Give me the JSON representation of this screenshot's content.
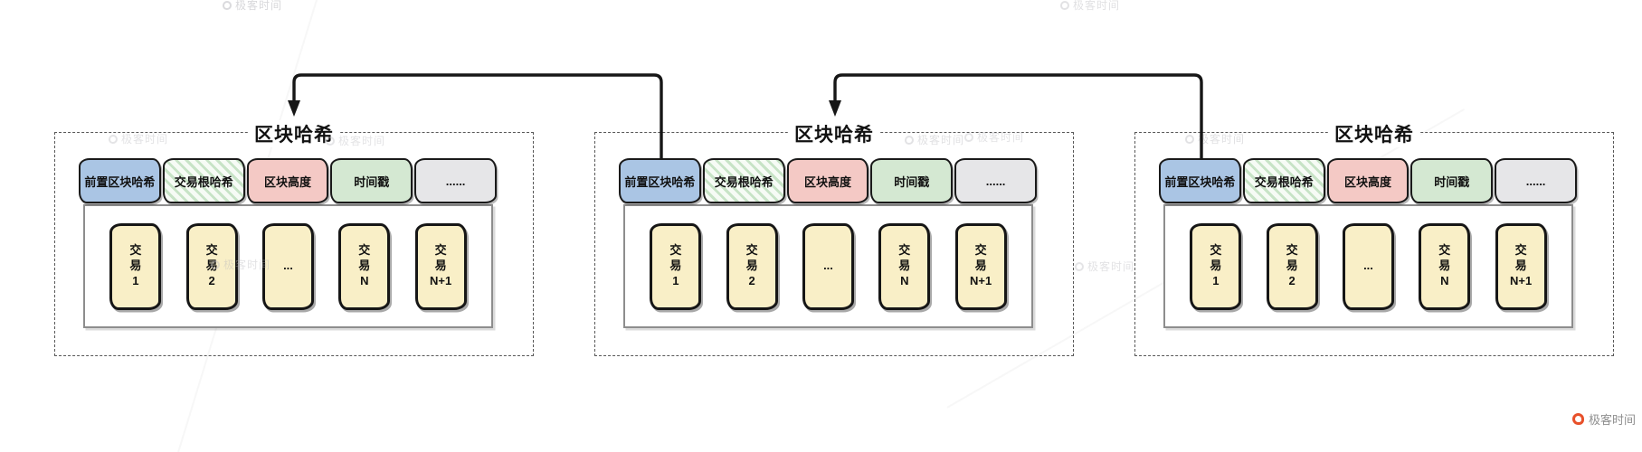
{
  "watermark": {
    "label": "极客时间"
  },
  "brand": {
    "label": "极客时间"
  },
  "colors": {
    "field_blue": "#aac5e4",
    "field_green_stripe": "#c7e3c6",
    "field_pink": "#f4c9c5",
    "field_green": "#d4e8d2",
    "field_gray": "#e6e6e8",
    "transaction_fill": "#f9efc7",
    "outline_black": "#1a1a1a",
    "dashed_border": "#585858",
    "brand_orange": "#e8502a"
  },
  "blocks": [
    {
      "title": "区块哈希",
      "header_fields": [
        {
          "label": "前置区块哈希"
        },
        {
          "label": "交易根哈希"
        },
        {
          "label": "区块高度"
        },
        {
          "label": "时间戳"
        },
        {
          "label": "......"
        }
      ],
      "transactions": [
        "交\n易\n1",
        "交\n易\n2",
        "...",
        "交\n易\nN",
        "交\n易\nN+1"
      ]
    },
    {
      "title": "区块哈希",
      "header_fields": [
        {
          "label": "前置区块哈希"
        },
        {
          "label": "交易根哈希"
        },
        {
          "label": "区块高度"
        },
        {
          "label": "时间戳"
        },
        {
          "label": "......"
        }
      ],
      "transactions": [
        "交\n易\n1",
        "交\n易\n2",
        "...",
        "交\n易\nN",
        "交\n易\nN+1"
      ]
    },
    {
      "title": "区块哈希",
      "header_fields": [
        {
          "label": "前置区块哈希"
        },
        {
          "label": "交易根哈希"
        },
        {
          "label": "区块高度"
        },
        {
          "label": "时间戳"
        },
        {
          "label": "......"
        }
      ],
      "transactions": [
        "交\n易\n1",
        "交\n易\n2",
        "...",
        "交\n易\nN",
        "交\n易\nN+1"
      ]
    }
  ]
}
